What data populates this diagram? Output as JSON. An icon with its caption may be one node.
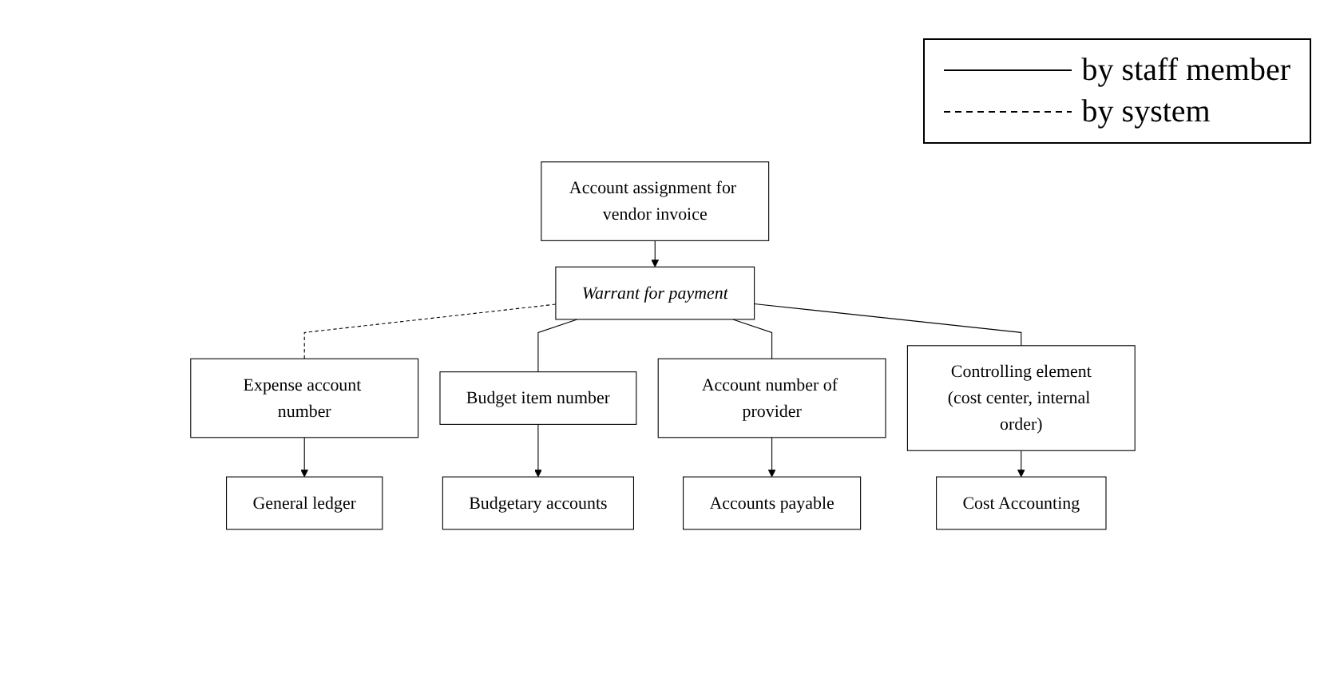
{
  "diagram": {
    "nodes": [
      {
        "text": [
          "Account assignment for vendor invoice"
        ]
      },
      {
        "text": [
          "Warrant for payment"
        ]
      },
      {
        "text": [
          "Expense account number"
        ]
      },
      {
        "text": [
          "Budget item number"
        ]
      },
      {
        "text": [
          "Account number of provider"
        ]
      },
      {
        "text": [
          "Controlling element",
          "(cost center, internal order)"
        ]
      },
      {
        "text": [
          "General ledger"
        ]
      },
      {
        "text": [
          "Budgetary accounts"
        ]
      },
      {
        "text": [
          "Accounts payable"
        ]
      },
      {
        "text": [
          "Cost Accounting"
        ]
      }
    ],
    "edges": [
      {
        "from": 0,
        "to": 1,
        "arrow": "to"
      },
      {
        "from": 1,
        "to": 2,
        "arrow": "none",
        "style": "dashed"
      },
      {
        "from": 1,
        "to": 3,
        "arrow": "none"
      },
      {
        "from": 1,
        "to": 4,
        "arrow": "none"
      },
      {
        "from": 1,
        "to": 5,
        "arrow": "none"
      },
      {
        "from": 2,
        "to": 6,
        "arrow": "to"
      },
      {
        "from": 3,
        "to": 7,
        "arrow": "to"
      },
      {
        "from": 4,
        "to": 8,
        "arrow": "to"
      },
      {
        "from": 5,
        "to": 9,
        "arrow": "to"
      }
    ],
    "legend": [
      {
        "text": "by staff member"
      },
      {
        "text": "by system"
      }
    ]
  }
}
